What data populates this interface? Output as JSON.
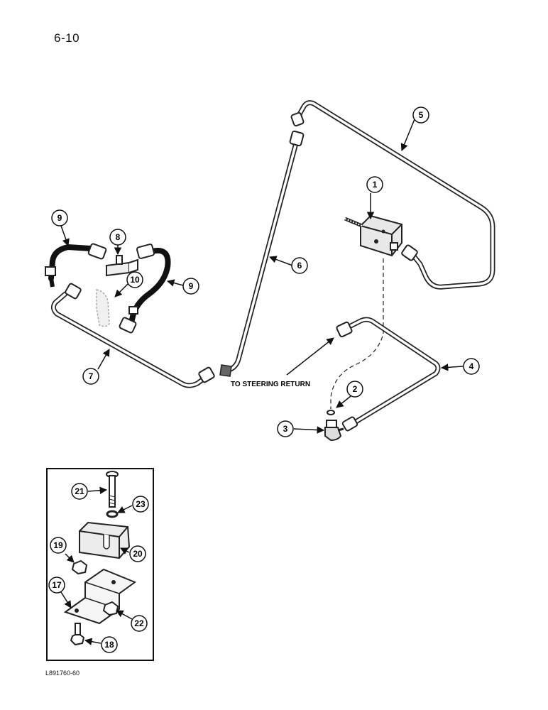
{
  "page_number": "6-10",
  "figure_code": "L891760-60",
  "route_label": "TO STEERING RETURN",
  "callouts": {
    "c1": "1",
    "c2": "2",
    "c3": "3",
    "c4": "4",
    "c5": "5",
    "c6": "6",
    "c7": "7",
    "c8": "8",
    "c9a": "9",
    "c9b": "9",
    "c10": "10",
    "c17": "17",
    "c18": "18",
    "c19": "19",
    "c20": "20",
    "c21": "21",
    "c22": "22",
    "c23": "23"
  }
}
